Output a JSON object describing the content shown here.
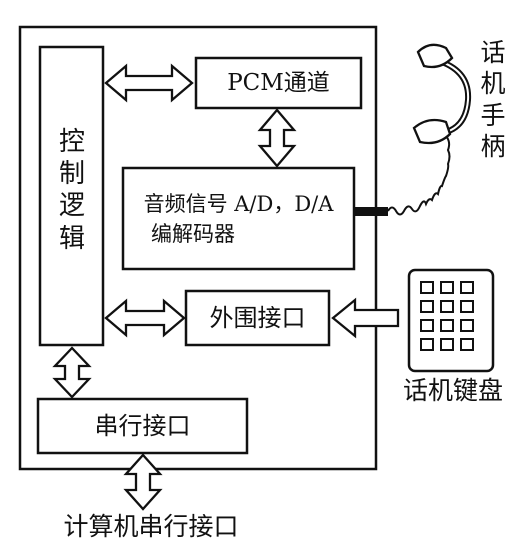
{
  "blocks": {
    "control_logic": "控制逻辑",
    "pcm_channel": "PCM通道",
    "codec_line1": "音频信号 A/D，D/A",
    "codec_line2": "编解码器",
    "peripheral_interface": "外围接口",
    "serial_interface": "串行接口"
  },
  "external": {
    "handset": "话机手柄",
    "keypad": "话机键盘",
    "pc_serial_port": "计算机串行接口"
  },
  "colors": {
    "line": "#111111",
    "background": "#ffffff"
  }
}
